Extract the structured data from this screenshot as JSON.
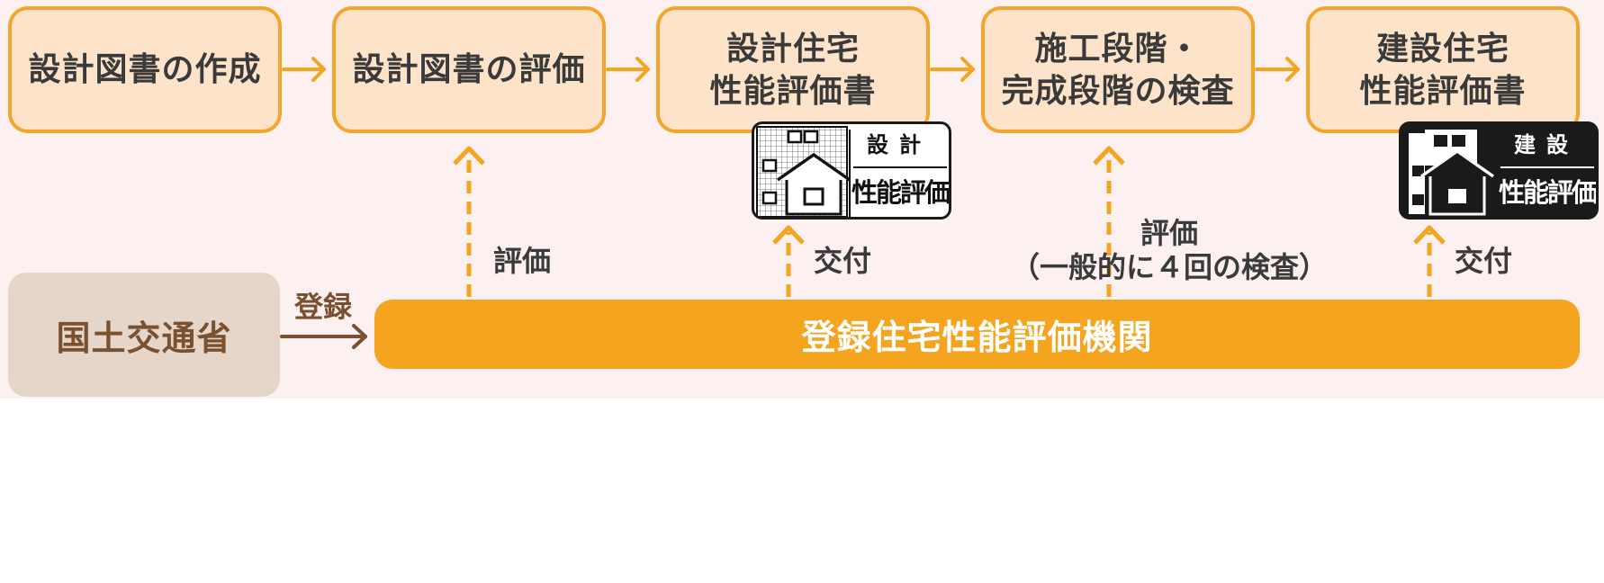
{
  "steps": [
    {
      "label": "設計図書の作成"
    },
    {
      "label": "設計図書の評価"
    },
    {
      "label": "設計住宅\n性能評価書"
    },
    {
      "label": "施工段階・\n完成段階の検査"
    },
    {
      "label": "建設住宅\n性能評価書"
    }
  ],
  "links": {
    "evaluate": "評価",
    "issue_design": "交付",
    "inspect": "評価\n（一般的に４回の検査）",
    "issue_build": "交付",
    "register": "登録"
  },
  "actors": {
    "ministry": "国土交通省",
    "agency": "登録住宅性能評価機関"
  },
  "marks": {
    "design": {
      "top": "設計",
      "bottom": "性能評価"
    },
    "build": {
      "top": "建設",
      "bottom": "性能評価"
    }
  },
  "colors": {
    "orange": "#f5a41f",
    "box_fill": "#fde3c9",
    "brown": "#7a5130",
    "background": "#fdf0f1"
  }
}
